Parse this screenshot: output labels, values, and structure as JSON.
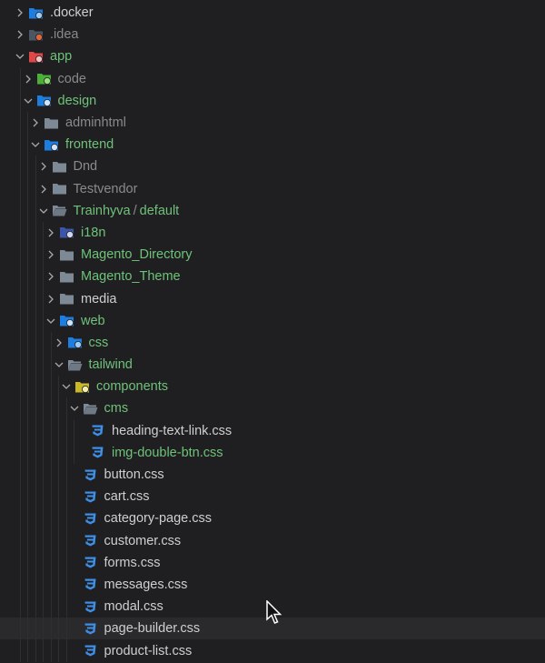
{
  "explorer": {
    "hovered_row": "page-builder.css",
    "colors": {
      "green": "#6fc27a",
      "gray": "#8a8a8d",
      "white": "#cfcfd1",
      "css_blue": "#3d8fe8"
    },
    "rows": [
      {
        "label": ".docker",
        "depth": 0,
        "kind": "folder",
        "open": false,
        "color": "white",
        "icon": "docker-folder-icon",
        "icolor": "#1e7ee0"
      },
      {
        "label": ".idea",
        "depth": 0,
        "kind": "folder",
        "open": false,
        "color": "gray",
        "icon": "idea-folder-icon",
        "icolor": "#4a5663"
      },
      {
        "label": "app",
        "depth": 0,
        "kind": "folder",
        "open": true,
        "color": "green",
        "icon": "app-folder-icon",
        "icolor": "#e04848"
      },
      {
        "label": "code",
        "depth": 1,
        "kind": "folder",
        "open": false,
        "color": "gray",
        "icon": "code-folder-icon",
        "icolor": "#4caf3a"
      },
      {
        "label": "design",
        "depth": 1,
        "kind": "folder",
        "open": true,
        "color": "green",
        "icon": "design-folder-icon",
        "icolor": "#1e7ee0"
      },
      {
        "label": "adminhtml",
        "depth": 2,
        "kind": "folder",
        "open": false,
        "color": "gray",
        "icon": "folder-icon",
        "icolor": "#7d8a96"
      },
      {
        "label": "frontend",
        "depth": 2,
        "kind": "folder",
        "open": true,
        "color": "green",
        "icon": "frontend-folder-icon",
        "icolor": "#1e7ee0"
      },
      {
        "label": "Dnd",
        "depth": 3,
        "kind": "folder",
        "open": false,
        "color": "gray",
        "icon": "folder-icon",
        "icolor": "#7d8a96"
      },
      {
        "label": "Testvendor",
        "depth": 3,
        "kind": "folder",
        "open": false,
        "color": "gray",
        "icon": "folder-icon",
        "icolor": "#7d8a96"
      },
      {
        "label": "Trainhyva",
        "label2": "default",
        "separator": "/",
        "depth": 3,
        "kind": "folder",
        "open": true,
        "color": "green",
        "icon": "folder-open-icon",
        "icolor": "#7d8a96"
      },
      {
        "label": "i18n",
        "depth": 4,
        "kind": "folder",
        "open": false,
        "color": "green",
        "icon": "i18n-folder-icon",
        "icolor": "#3d55a8"
      },
      {
        "label": "Magento_Directory",
        "depth": 4,
        "kind": "folder",
        "open": false,
        "color": "green",
        "icon": "folder-icon",
        "icolor": "#7d8a96"
      },
      {
        "label": "Magento_Theme",
        "depth": 4,
        "kind": "folder",
        "open": false,
        "color": "green",
        "icon": "folder-icon",
        "icolor": "#7d8a96"
      },
      {
        "label": "media",
        "depth": 4,
        "kind": "folder",
        "open": false,
        "color": "white",
        "icon": "folder-icon",
        "icolor": "#7d8a96"
      },
      {
        "label": "web",
        "depth": 4,
        "kind": "folder",
        "open": true,
        "color": "green",
        "icon": "web-folder-icon",
        "icolor": "#1e7ee0"
      },
      {
        "label": "css",
        "depth": 5,
        "kind": "folder",
        "open": false,
        "color": "green",
        "icon": "css-folder-icon",
        "icolor": "#1e7ee0"
      },
      {
        "label": "tailwind",
        "depth": 5,
        "kind": "folder",
        "open": true,
        "color": "green",
        "icon": "folder-open-icon",
        "icolor": "#7d8a96"
      },
      {
        "label": "components",
        "depth": 6,
        "kind": "folder",
        "open": true,
        "color": "green",
        "icon": "components-folder-icon",
        "icolor": "#c9b92a"
      },
      {
        "label": "cms",
        "depth": 7,
        "kind": "folder",
        "open": true,
        "color": "green",
        "icon": "folder-open-icon",
        "icolor": "#7d8a96"
      },
      {
        "label": "heading-text-link.css",
        "depth": 8,
        "kind": "file",
        "color": "white",
        "icon": "css-file-icon"
      },
      {
        "label": "img-double-btn.css",
        "depth": 8,
        "kind": "file",
        "color": "green",
        "icon": "css-file-icon"
      },
      {
        "label": "button.css",
        "depth": 7,
        "kind": "file",
        "color": "white",
        "icon": "css-file-icon"
      },
      {
        "label": "cart.css",
        "depth": 7,
        "kind": "file",
        "color": "white",
        "icon": "css-file-icon"
      },
      {
        "label": "category-page.css",
        "depth": 7,
        "kind": "file",
        "color": "white",
        "icon": "css-file-icon"
      },
      {
        "label": "customer.css",
        "depth": 7,
        "kind": "file",
        "color": "white",
        "icon": "css-file-icon"
      },
      {
        "label": "forms.css",
        "depth": 7,
        "kind": "file",
        "color": "white",
        "icon": "css-file-icon"
      },
      {
        "label": "messages.css",
        "depth": 7,
        "kind": "file",
        "color": "white",
        "icon": "css-file-icon"
      },
      {
        "label": "modal.css",
        "depth": 7,
        "kind": "file",
        "color": "white",
        "icon": "css-file-icon"
      },
      {
        "label": "page-builder.css",
        "depth": 7,
        "kind": "file",
        "color": "white",
        "icon": "css-file-icon"
      },
      {
        "label": "product-list.css",
        "depth": 7,
        "kind": "file",
        "color": "white",
        "icon": "css-file-icon"
      }
    ]
  }
}
